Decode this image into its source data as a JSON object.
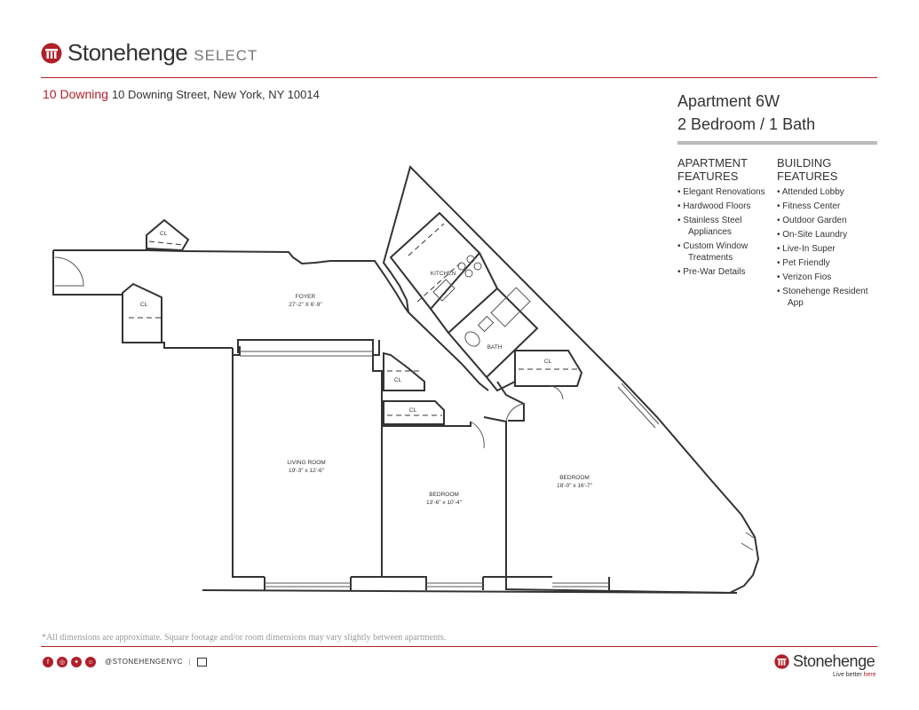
{
  "header": {
    "brand": "Stonehenge",
    "brand_suffix": "SELECT",
    "building_name": "10 Downing",
    "building_address": "10 Downing Street, New York, NY 10014"
  },
  "apartment": {
    "unit": "Apartment 6W",
    "layout": "2 Bedroom / 1 Bath"
  },
  "features": {
    "apartment_heading_1": "APARTMENT",
    "apartment_heading_2": "FEATURES",
    "apartment_items": [
      "• Elegant Renovations",
      "• Hardwood Floors",
      "• Stainless Steel",
      "Appliances",
      "• Custom Window",
      "Treatments",
      "• Pre-War Details"
    ],
    "building_heading_1": "BUILDING",
    "building_heading_2": "FEATURES",
    "building_items": [
      "• Attended Lobby",
      "• Fitness Center",
      "• Outdoor Garden",
      "• On-Site Laundry",
      "• Live-In Super",
      "• Pet Friendly",
      "• Verizon Fios",
      "• Stonehenge Resident",
      "App"
    ]
  },
  "floorplan": {
    "rooms": [
      {
        "name": "FOYER",
        "dims": "27'-2\" X 6'-9\""
      },
      {
        "name": "LIVING ROOM",
        "dims": "19'-3\" x 12'-6\""
      },
      {
        "name": "BEDROOM",
        "dims": "13'-6\" x 10'-4\""
      },
      {
        "name": "BEDROOM",
        "dims": "18'-0\" x 16'-7\""
      },
      {
        "name": "KITCHEN",
        "dims": ""
      },
      {
        "name": "BATH",
        "dims": ""
      }
    ],
    "closet_label": "CL"
  },
  "footer": {
    "disclaimer": "*All dimensions are approximate. Square footage and/or room dimensions may vary slightly between apartments.",
    "social_handle": "@STONEHENGENYC",
    "brand": "Stonehenge",
    "tagline_prefix": "Live better ",
    "tagline_accent": "here"
  },
  "colors": {
    "accent": "#b0202a",
    "text": "#333333",
    "rule": "#bbbbbb"
  },
  "icons": [
    "facebook-icon",
    "instagram-icon",
    "twitter-icon",
    "snapchat-icon",
    "equal-housing-icon"
  ]
}
